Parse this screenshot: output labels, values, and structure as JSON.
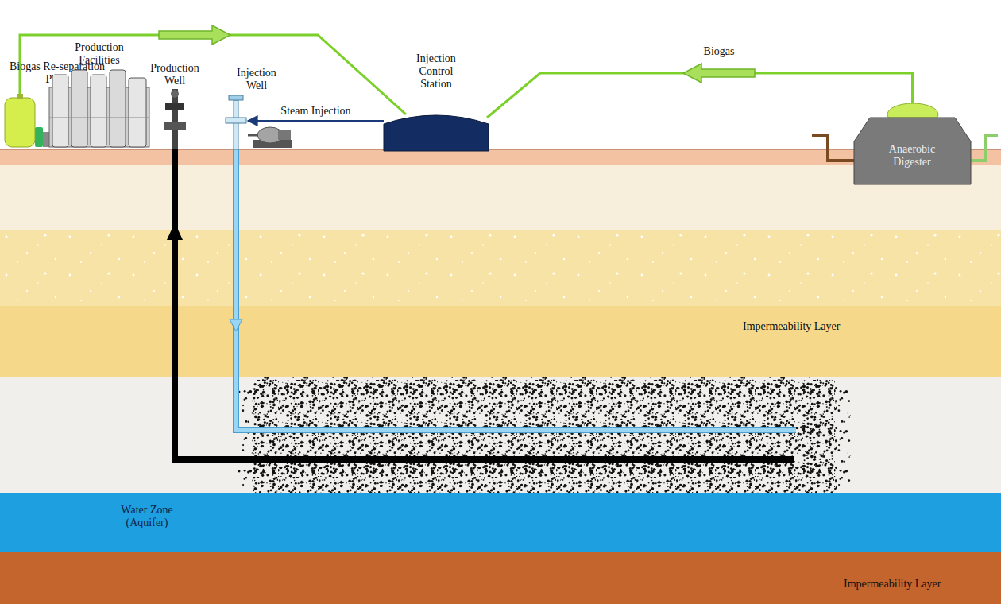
{
  "diagram": {
    "nodes": [
      {
        "text": [
          "Biogas Re-separation Plant"
        ]
      },
      {
        "text": [
          "Production Facilities"
        ]
      },
      {
        "text": [
          "Production Well"
        ]
      },
      {
        "text": [
          "Injection Well"
        ]
      },
      {
        "text": [
          "Injection Control Station"
        ]
      },
      {
        "text": [
          "Anaerobic Digester"
        ]
      },
      {
        "text": [
          "Impermeability Layer"
        ]
      },
      {
        "text": [
          "Water Zone (Aquifer)"
        ]
      },
      {
        "text": [
          "Impermeability Layer"
        ]
      }
    ],
    "edges": [
      {
        "from": 0,
        "to": 4,
        "arrow": "to"
      },
      {
        "from": 5,
        "to": 4,
        "label": "Biogas",
        "arrow": "to"
      },
      {
        "from": 4,
        "to": 3,
        "label": "Steam Injection",
        "arrow": "to"
      }
    ]
  }
}
